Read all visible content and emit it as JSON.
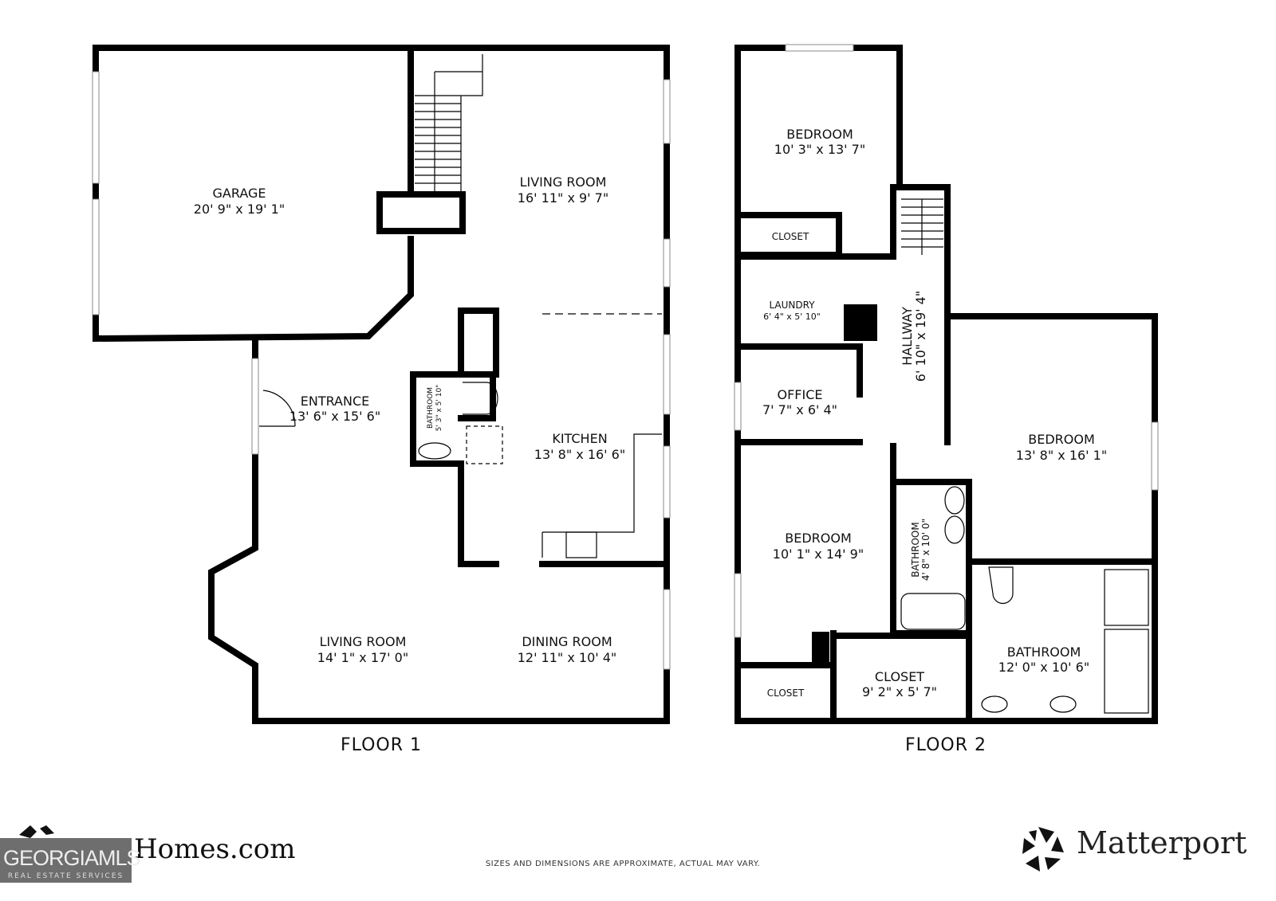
{
  "floors": [
    {
      "label": "FLOOR 1",
      "rooms": [
        {
          "name": "GARAGE",
          "dims": "20' 9\" x 19' 1\""
        },
        {
          "name": "LIVING ROOM",
          "dims": "16' 11\" x 9' 7\""
        },
        {
          "name": "ENTRANCE",
          "dims": "13' 6\" x 15' 6\""
        },
        {
          "name": "BATHROOM",
          "dims": "5' 3\" x 5' 10\""
        },
        {
          "name": "KITCHEN",
          "dims": "13' 8\" x 16' 6\""
        },
        {
          "name": "LIVING ROOM",
          "dims": "14' 1\" x 17' 0\""
        },
        {
          "name": "DINING ROOM",
          "dims": "12' 11\" x 10' 4\""
        }
      ]
    },
    {
      "label": "FLOOR 2",
      "rooms": [
        {
          "name": "BEDROOM",
          "dims": "10' 3\" x 13' 7\""
        },
        {
          "name": "CLOSET",
          "dims": ""
        },
        {
          "name": "LAUNDRY",
          "dims": "6' 4\" x 5' 10\""
        },
        {
          "name": "HALLWAY",
          "dims": "6' 10\" x 19' 4\""
        },
        {
          "name": "OFFICE",
          "dims": "7' 7\" x 6' 4\""
        },
        {
          "name": "BEDROOM",
          "dims": "13' 8\" x 16' 1\""
        },
        {
          "name": "BEDROOM",
          "dims": "10' 1\" x 14' 9\""
        },
        {
          "name": "BATHROOM",
          "dims": "4' 8\" x 10' 0\""
        },
        {
          "name": "CLOSET",
          "dims": ""
        },
        {
          "name": "CLOSET",
          "dims": "9' 2\" x 5' 7\""
        },
        {
          "name": "BATHROOM",
          "dims": "12' 0\" x 10' 6\""
        }
      ]
    }
  ],
  "disclaimer": "SIZES AND DIMENSIONS ARE APPROXIMATE, ACTUAL MAY VARY.",
  "logos": {
    "homes": "Homes.com",
    "georgia_mls": "GEORGIAMLS",
    "georgia_mls_sub": "REAL ESTATE SERVICES",
    "matterport": "Matterport"
  }
}
